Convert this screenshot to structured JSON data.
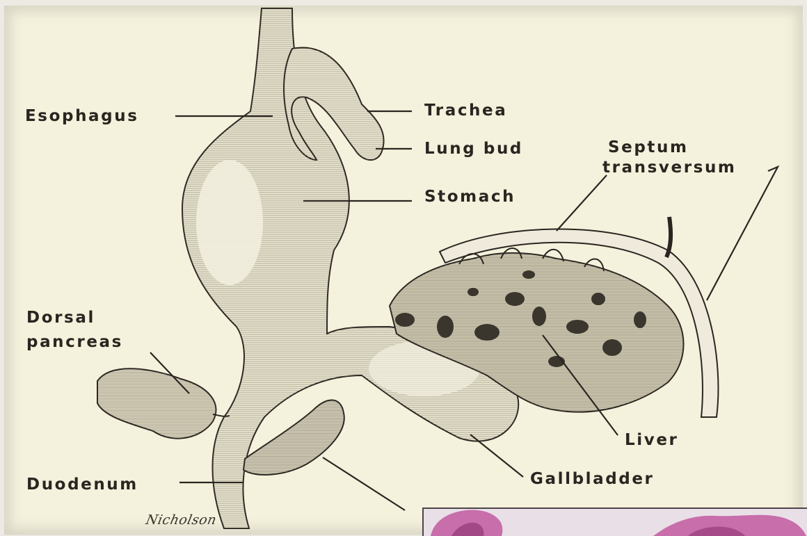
{
  "labels": {
    "esophagus": "Esophagus",
    "trachea": "Trachea",
    "lung_bud": "Lung bud",
    "stomach": "Stomach",
    "septum_line1": "Septum",
    "septum_line2": "transversum",
    "dorsal_pancreas_line1": "Dorsal",
    "dorsal_pancreas_line2": "pancreas",
    "liver": "Liver",
    "gallbladder": "Gallbladder",
    "duodenum": "Duodenum"
  },
  "signature": "Nicholson",
  "colors": {
    "paper": "#f4f1dc",
    "ink": "#2a2520",
    "organ_fill": "#ece8d2",
    "hatch": "#6b665a",
    "histology_pink": "#c25aa0"
  }
}
